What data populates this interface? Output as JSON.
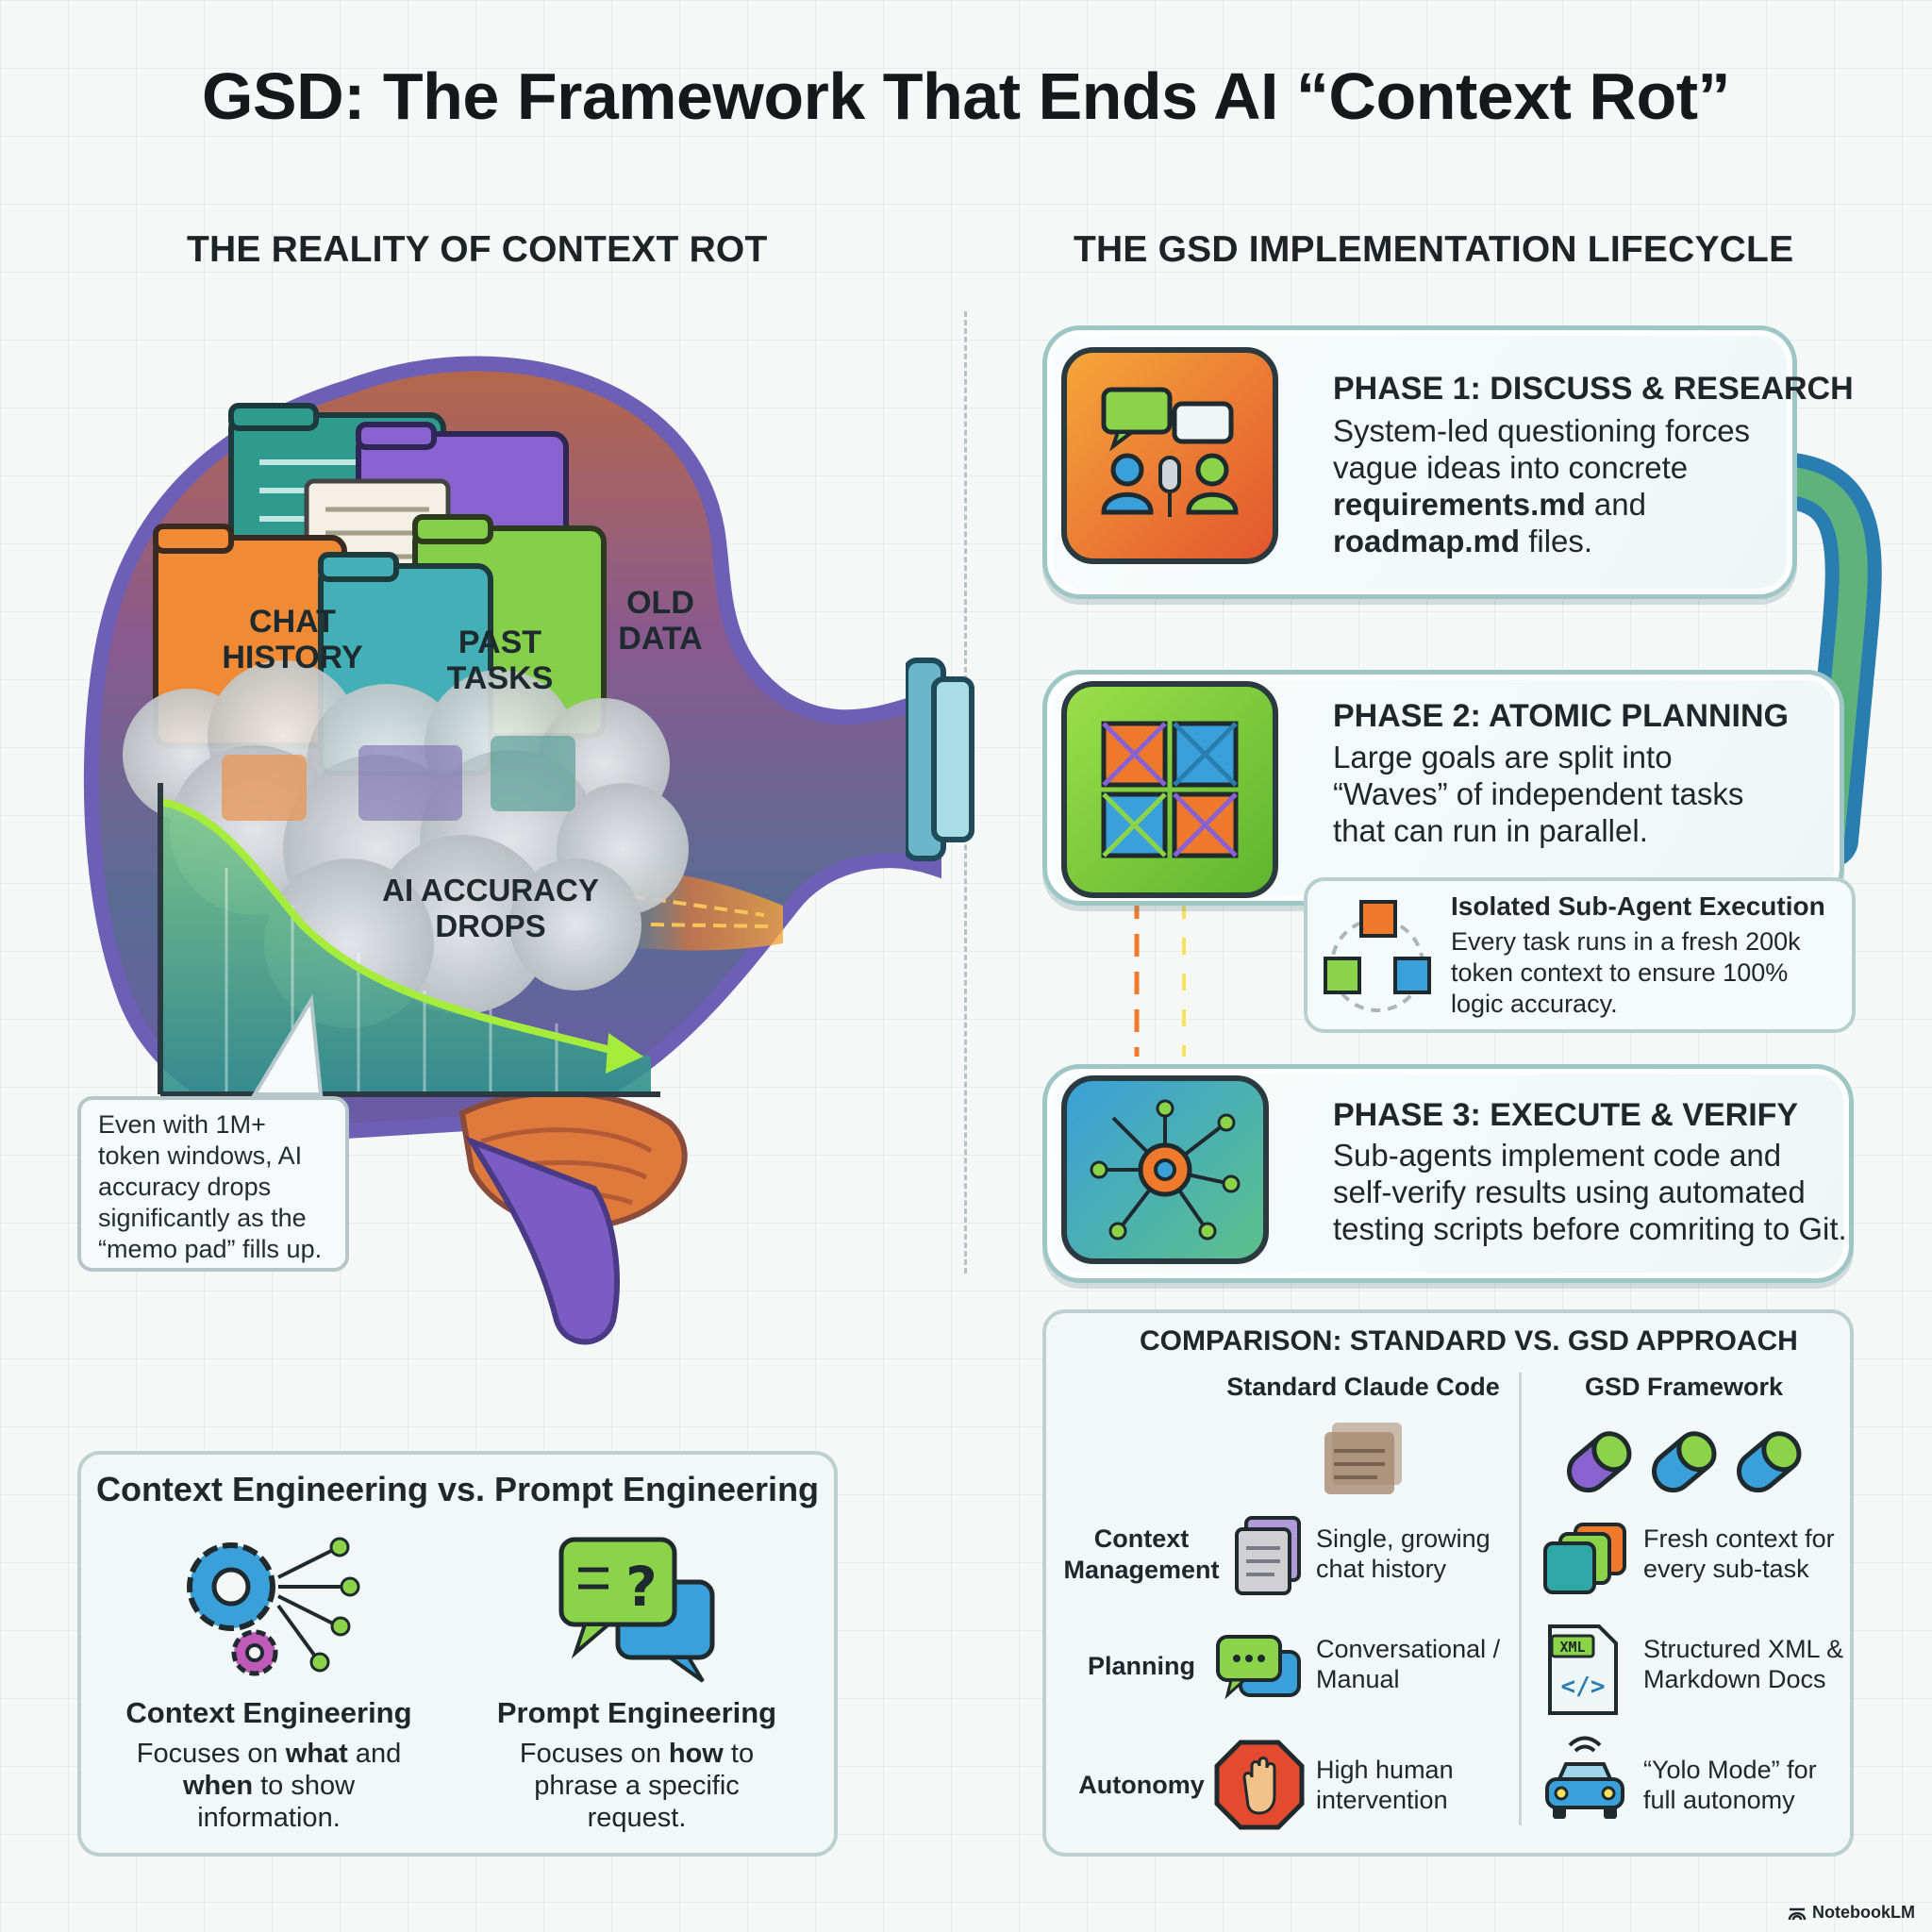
{
  "title": "GSD: The Framework That Ends AI “Context Rot”",
  "left_section": {
    "heading": "THE REALITY OF CONTEXT ROT",
    "folders": [
      {
        "label": "CHAT HISTORY"
      },
      {
        "label": "PAST TASKS"
      },
      {
        "label": "OLD DATA"
      }
    ],
    "chart_label": "AI ACCURACY DROPS",
    "note": "Even with 1M+ token windows, AI accuracy drops significantly as the “memo pad” fills up."
  },
  "right_section": {
    "heading": "THE GSD IMPLEMENTATION LIFECYCLE",
    "phase1": {
      "title": "PHASE 1: DISCUSS & RESEARCH",
      "desc_a": "System-led questioning forces vague ideas into concrete",
      "desc_b1": "requirements.md",
      "desc_b2": " and",
      "desc_c1": "roadmap.md",
      "desc_c2": " files."
    },
    "phase2": {
      "title": "PHASE 2: ATOMIC PLANNING",
      "desc": "Large goals are split into “Waves” of independent tasks that can run in parallel."
    },
    "subagent": {
      "title": "Isolated Sub-Agent Execution",
      "desc": "Every task runs in a fresh 200k token context to ensure 100% logic accuracy."
    },
    "phase3": {
      "title": "PHASE 3: EXECUTE & VERIFY",
      "desc": "Sub-agents implement code and self-verify results using automated testing scripts before comriting to Git."
    }
  },
  "engineering_box": {
    "heading": "Context Engineering vs. Prompt Engineering",
    "context": {
      "title": "Context Engineering",
      "desc_1": "Focuses on ",
      "desc_what": "what",
      "desc_2": " and",
      "desc_when": "when",
      "desc_3": " to show",
      "desc_4": "information."
    },
    "prompt": {
      "title": "Prompt Engineering",
      "desc_1": "Focuses on ",
      "desc_how": "how",
      "desc_2": " to",
      "desc_3": "phrase a specific",
      "desc_4": "request."
    }
  },
  "comparison": {
    "heading": "COMPARISON: STANDARD VS. GSD APPROACH",
    "col_standard": "Standard Claude Code",
    "col_gsd": "GSD Framework",
    "rows": [
      {
        "label": "Context Management",
        "standard": "Single, growing chat history",
        "gsd": "Fresh context for every sub-task"
      },
      {
        "label": "Planning",
        "standard": "Conversational / Manual",
        "gsd": "Structured XML & Markdown Docs"
      },
      {
        "label": "Autonomy",
        "standard": "High human intervention",
        "gsd": "“Yolo Mode” for full autonomy"
      }
    ],
    "xml_icon_text": "XML",
    "code_icon_text": "</>"
  },
  "footer": "NotebookLM",
  "colors": {
    "orange": "#f07a2b",
    "teal": "#2fa7a7",
    "green": "#7ccf3a",
    "purple": "#7b5cc4",
    "dark_outline": "#2a3a40"
  }
}
